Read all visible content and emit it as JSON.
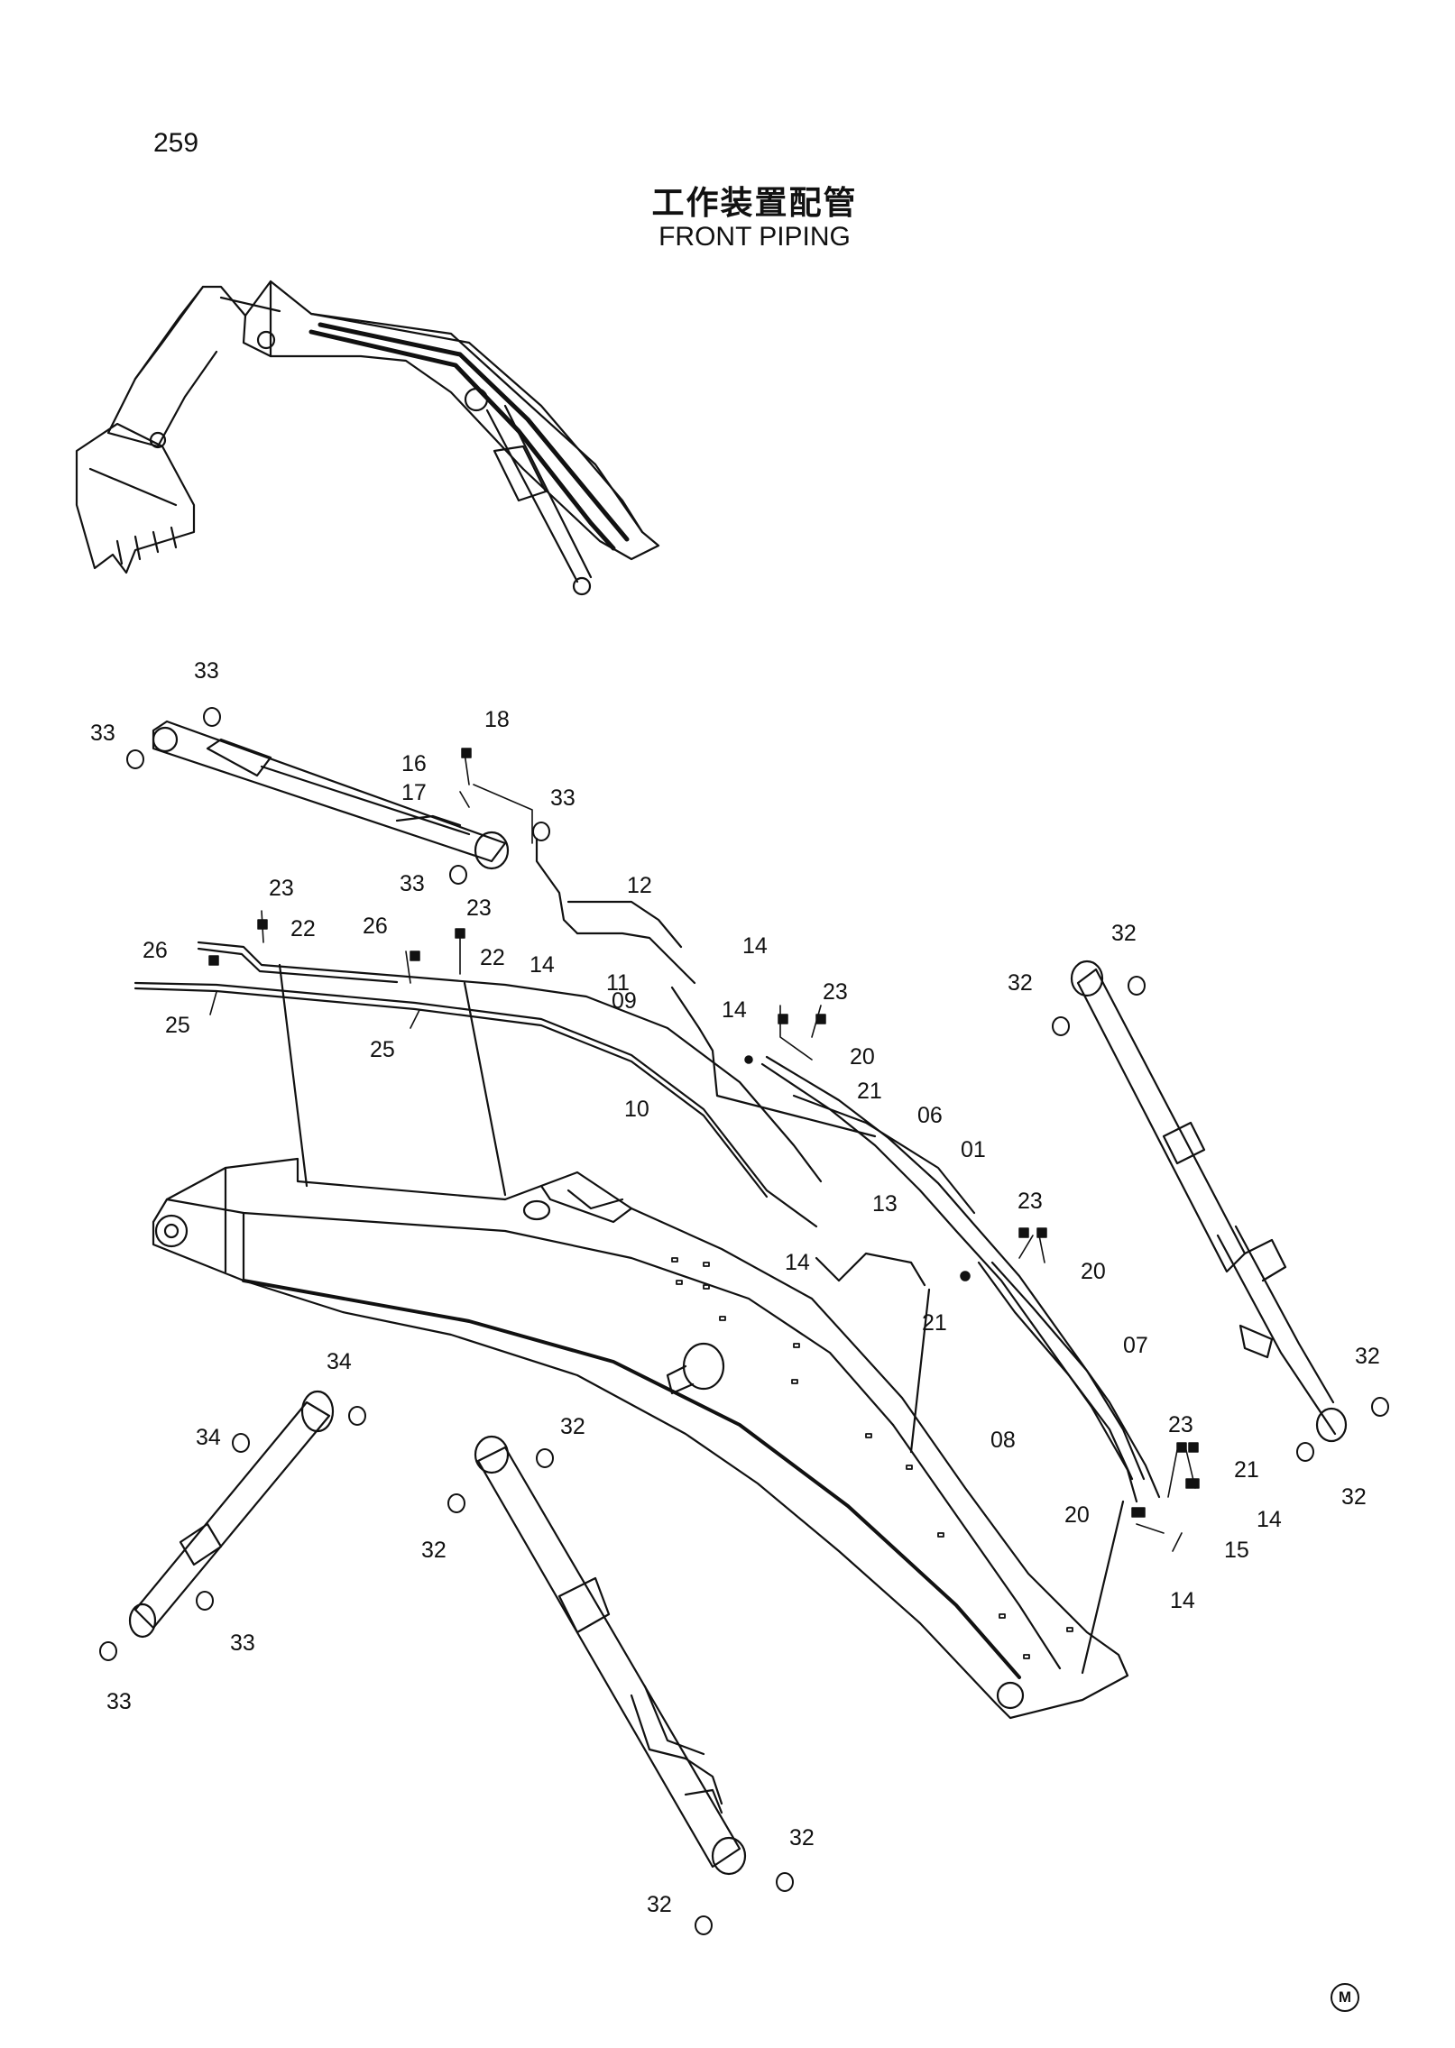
{
  "page_number": "259",
  "title_cn": "工作装置配管",
  "title_en": "FRONT PIPING",
  "corner_mark": "M",
  "callouts": {
    "c33a": "33",
    "c33b": "33",
    "c33c": "33",
    "c33d": "33",
    "c33e": "33",
    "c33f": "33",
    "c18": "18",
    "c16": "16",
    "c17": "17",
    "c12": "12",
    "c11": "11",
    "c14a": "14",
    "c14b": "14",
    "c14c": "14",
    "c14d": "14",
    "c14e": "14",
    "c14f": "14",
    "c23a": "23",
    "c23b": "23",
    "c23c": "23",
    "c23d": "23",
    "c23e": "23",
    "c26a": "26",
    "c26b": "26",
    "c22a": "22",
    "c22b": "22",
    "c25a": "25",
    "c25b": "25",
    "c09": "09",
    "c10": "10",
    "c20a": "20",
    "c20b": "20",
    "c20c": "20",
    "c21a": "21",
    "c21b": "21",
    "c21c": "21",
    "c06": "06",
    "c01": "01",
    "c13": "13",
    "c07": "07",
    "c08": "08",
    "c15": "15",
    "c32a": "32",
    "c32b": "32",
    "c32c": "32",
    "c32d": "32",
    "c32e": "32",
    "c32f": "32",
    "c32g": "32",
    "c32h": "32",
    "c34a": "34",
    "c34b": "34"
  }
}
